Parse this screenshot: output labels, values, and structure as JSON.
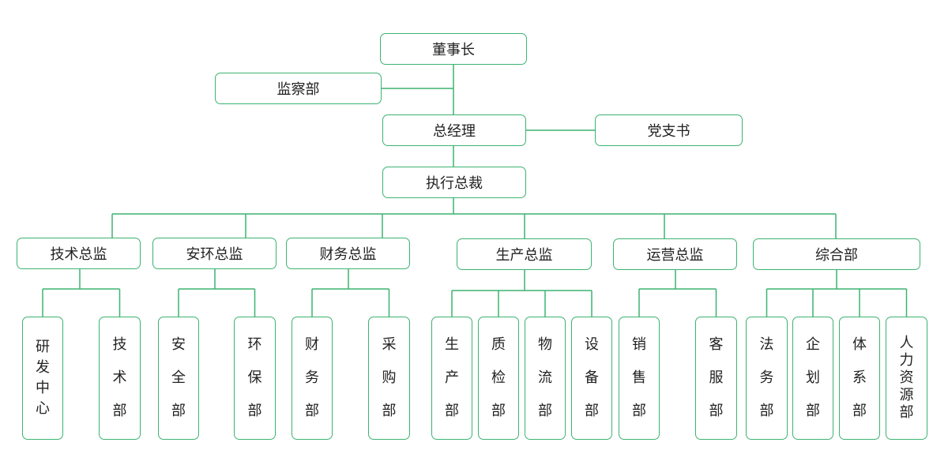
{
  "colors": {
    "border": "#3cb371",
    "line": "#3cb371",
    "text": "#222222"
  },
  "org": {
    "chairman": "董事长",
    "supervision": "监察部",
    "general_manager": "总经理",
    "party_secretary": "党支书",
    "executive_president": "执行总裁",
    "directors": [
      {
        "label": "技术总监",
        "departments": [
          "研发中心",
          "技术部"
        ]
      },
      {
        "label": "安环总监",
        "departments": [
          "安全部",
          "环保部"
        ]
      },
      {
        "label": "财务总监",
        "departments": [
          "财务部",
          "采购部"
        ]
      },
      {
        "label": "生产总监",
        "departments": [
          "生产部",
          "质检部",
          "物流部",
          "设备部"
        ]
      },
      {
        "label": "运营总监",
        "departments": [
          "销售部",
          "客服部"
        ]
      },
      {
        "label": "综合部",
        "departments": [
          "法务部",
          "企划部",
          "体系部",
          "人力资源部"
        ]
      }
    ]
  }
}
